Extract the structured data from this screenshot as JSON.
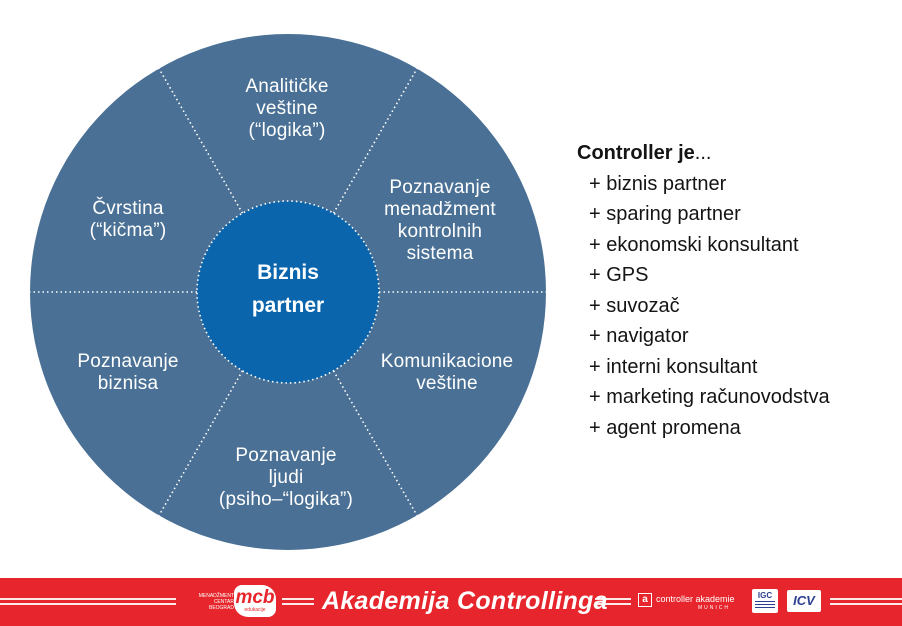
{
  "colors": {
    "wheel": "#4a7195",
    "center": "#0b65ac",
    "footer": "#e6262c",
    "divider": "#ffffff"
  },
  "wheel": {
    "center_label": [
      "Biznis",
      "partner"
    ],
    "segments": [
      {
        "lines": [
          "Analitičke",
          "veštine",
          "(“logika”)"
        ]
      },
      {
        "lines": [
          "Poznavanje",
          "menadžment",
          "kontrolnih",
          "sistema"
        ]
      },
      {
        "lines": [
          "Komunikacione",
          "veštine"
        ]
      },
      {
        "lines": [
          "Poznavanje",
          "ljudi",
          "(psiho–“logika”)"
        ]
      },
      {
        "lines": [
          "Poznavanje",
          "biznisa"
        ]
      },
      {
        "lines": [
          "Čvrstina",
          "(“kičma”)"
        ]
      }
    ]
  },
  "side_list": {
    "title_bold": "Controller je",
    "title_rest": "...",
    "items": [
      "+ biznis partner",
      "+ sparing partner",
      "+ ekonomski konsultant",
      "+ GPS",
      "+ suvozač",
      "+ navigator",
      "+ interni konsultant",
      "+ marketing računovodstva",
      "+ agent promena"
    ]
  },
  "footer": {
    "title": "Akademija Controllinga",
    "mcb": {
      "small_text_1": "MENADŽMENT",
      "small_text_2": "CENTAR",
      "small_text_3": "BEOGRAD",
      "logo": "mcb",
      "sub": "edukacije"
    },
    "ca_logo_text": "controller akademie",
    "ca_logo_sub": "MUNICH",
    "igc_logo": "IGC",
    "icv_logo": "ICV"
  }
}
